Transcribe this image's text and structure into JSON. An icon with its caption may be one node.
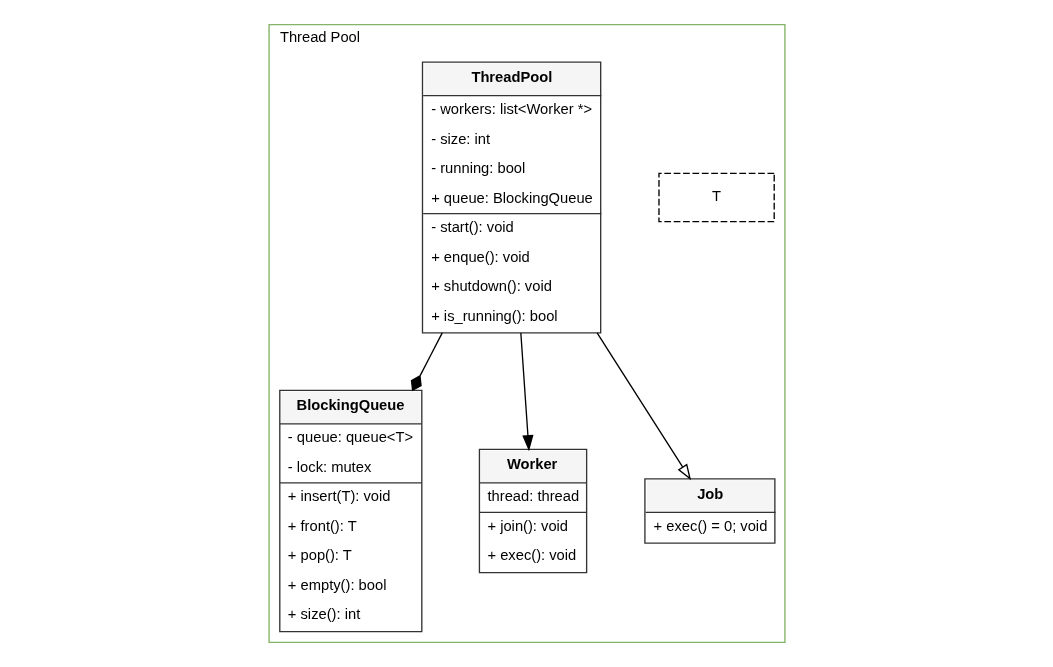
{
  "diagram": {
    "nodes": [
      {
        "text": [
          "Thread Pool"
        ]
      },
      {
        "text": [
          "BlockingQueue",
          "- queue: queue<T>",
          "- lock: mutex",
          "+ insert(T): void",
          "+ front(): T",
          "+ pop(): T",
          "+ empty(): bool",
          "+ size(): int"
        ],
        "in": 0
      },
      {
        "text": [
          "T"
        ],
        "in": 0
      },
      {
        "text": [
          "ThreadPool",
          "- workers: list<Worker *>",
          "- size: int",
          "- running: bool",
          "+ queue: BlockingQueue",
          "- start(): void",
          "+ enque(): void",
          "+ shutdown(): void",
          "+ is_running(): bool"
        ],
        "in": 0
      },
      {
        "text": [
          "Worker",
          "thread: thread",
          "+ join(): void",
          "+ exec(): void"
        ],
        "in": 0
      },
      {
        "text": [
          "Job",
          "+ exec() = 0; void"
        ],
        "in": 0
      }
    ],
    "edges": [
      {
        "from": 3,
        "to": 1,
        "arrow": "other"
      },
      {
        "from": 3,
        "to": 4,
        "arrow": "to"
      },
      {
        "from": 3,
        "to": 5,
        "arrow": "to"
      }
    ]
  }
}
